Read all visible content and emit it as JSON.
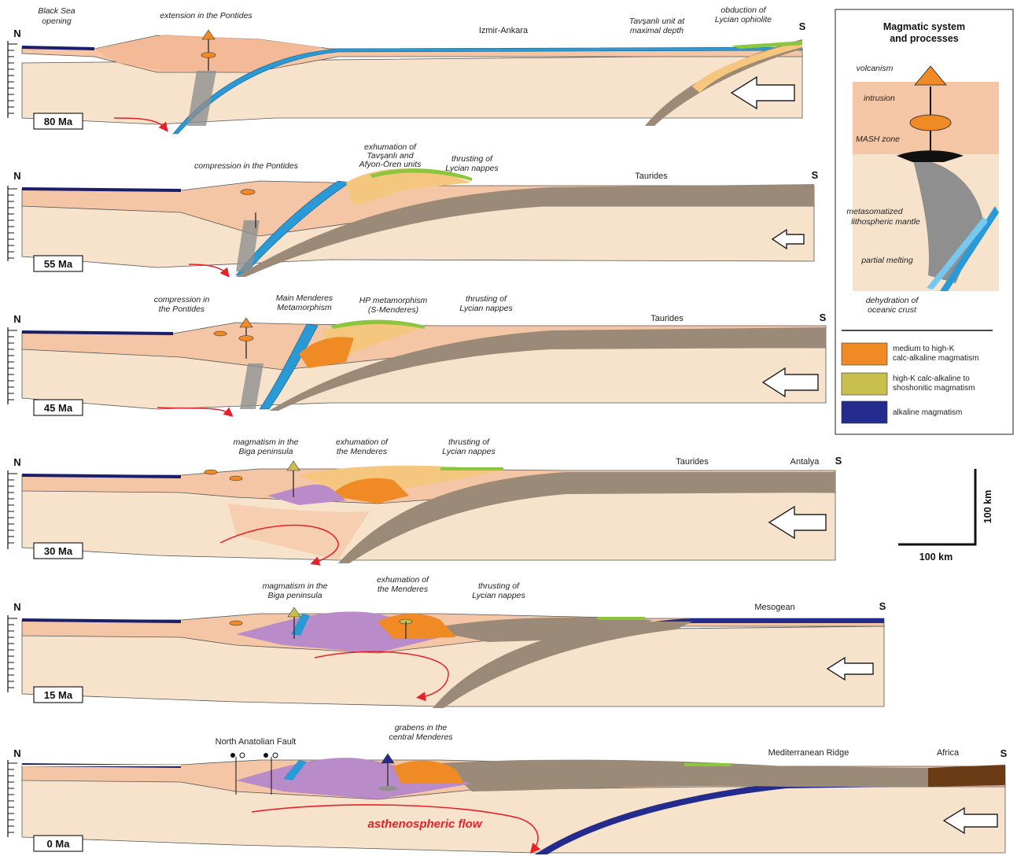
{
  "panels": [
    {
      "age": "80 Ma",
      "n": "N",
      "s": "S",
      "labels": {
        "black_sea_1": "Black Sea",
        "black_sea_2": "opening",
        "extension": "extension in the Pontides",
        "izmir": "Izmir-Ankara",
        "tavsanli_1": "Tavşanlı unit at",
        "tavsanli_2": "maximal depth",
        "obduction_1": "obduction of",
        "obduction_2": "Lycian ophiolite"
      }
    },
    {
      "age": "55 Ma",
      "n": "N",
      "s": "S",
      "labels": {
        "compression": "compression in the Pontides",
        "exhum_1": "exhumation of",
        "exhum_2": "Tavşanlı and",
        "exhum_3": "Afyon-Ören units",
        "thrust_1": "thrusting of",
        "thrust_2": "Lycian nappes",
        "taurides": "Taurides"
      }
    },
    {
      "age": "45 Ma",
      "n": "N",
      "s": "S",
      "labels": {
        "compression_1": "compression in",
        "compression_2": "the Pontides",
        "mmm_1": "Main Menderes",
        "mmm_2": "Metamorphism",
        "hp_1": "HP metamorphism",
        "hp_2": "(S-Menderes)",
        "thrust_1": "thrusting of",
        "thrust_2": "Lycian nappes",
        "taurides": "Taurides"
      }
    },
    {
      "age": "30 Ma",
      "n": "N",
      "s": "S",
      "labels": {
        "biga_1": "magmatism in the",
        "biga_2": "Biga peninsula",
        "exhum_1": "exhumation of",
        "exhum_2": "the Menderes",
        "thrust_1": "thrusting of",
        "thrust_2": "Lycian nappes",
        "taurides": "Taurides",
        "antalya": "Antalya"
      }
    },
    {
      "age": "15 Ma",
      "n": "N",
      "s": "S",
      "labels": {
        "biga_1": "magmatism in the",
        "biga_2": "Biga peninsula",
        "exhum_1": "exhumation of",
        "exhum_2": "the Menderes",
        "thrust_1": "thrusting of",
        "thrust_2": "Lycian nappes",
        "mesogean": "Mesogean"
      }
    },
    {
      "age": "0 Ma",
      "n": "N",
      "s": "S",
      "labels": {
        "naf": "North Anatolian Fault",
        "grabens_1": "grabens in the",
        "grabens_2": "central Menderes",
        "med_ridge": "Mediterranean Ridge",
        "africa": "Africa",
        "flow": "asthenospheric flow"
      }
    }
  ],
  "inset": {
    "title_1": "Magmatic system",
    "title_2": "and processes",
    "volcanism": "volcanism",
    "intrusion": "intrusion",
    "mash": "MASH zone",
    "meta_1": "metasomatized",
    "meta_2": "lithospheric mantle",
    "partial": "partial melting",
    "dehyd_1": "dehydration of",
    "dehyd_2": "oceanic crust"
  },
  "legend": [
    {
      "line1": "medium to high-K",
      "line2": "calc-alkaline magmatism",
      "color": "#f08a24"
    },
    {
      "line1": "high-K calc-alkaline to",
      "line2": "shoshonitic magmatism",
      "color": "#c9bf4f"
    },
    {
      "line1": "alkaline magmatism",
      "line2": "",
      "color": "#232b8c"
    }
  ],
  "scale": {
    "vertical": "100 km",
    "horizontal": "100 km"
  },
  "colors": {
    "crust": "#f5c6a5",
    "mantle": "#f7e3cc",
    "slab": "#9c8a78",
    "ocean_crust": "#2a9ad6",
    "black_sea": "#1b1f6b",
    "green": "#8cc63f",
    "yellow": "#f5c77e",
    "magma": "#f08a24",
    "purple": "#b98bc8",
    "arrow": "#e8202a"
  }
}
